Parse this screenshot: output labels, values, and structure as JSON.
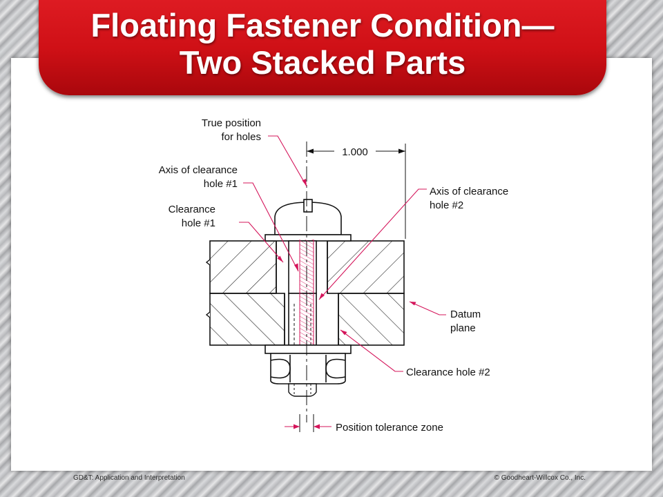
{
  "slide": {
    "title_line1": "Floating Fastener Condition—",
    "title_line2": "Two Stacked Parts"
  },
  "diagram": {
    "label_true_position_1": "True position",
    "label_true_position_2": "for holes",
    "dimension_value": "1.000",
    "label_axis_hole1_1": "Axis of clearance",
    "label_axis_hole1_2": "hole #1",
    "label_clearance_hole1_1": "Clearance",
    "label_clearance_hole1_2": "hole #1",
    "label_axis_hole2_1": "Axis of clearance",
    "label_axis_hole2_2": "hole #2",
    "label_datum_1": "Datum",
    "label_datum_2": "plane",
    "label_clearance_hole2": "Clearance hole #2",
    "label_tolerance_zone": "Position tolerance zone",
    "leader_color": "#d4145a"
  },
  "footer": {
    "left": "GD&T: Application and Interpretation",
    "right": "© Goodheart-Willcox Co., Inc."
  }
}
